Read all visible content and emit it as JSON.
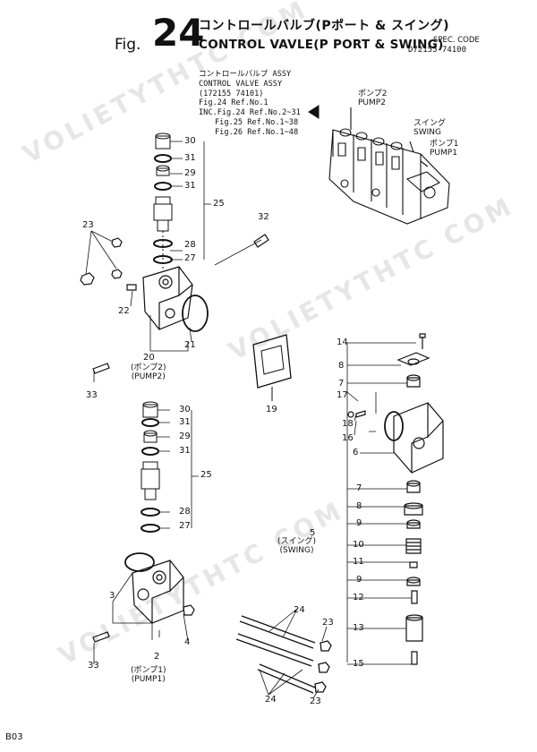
{
  "header": {
    "fig_label": "Fig.",
    "fig_number": "24",
    "title_jp": "コントロールバルブ(Pポート & スイング)",
    "title_en": "CONTROL VAVLE(P PORT & SWING)",
    "spec_label": "SPEC. CODE",
    "spec_code": "D72155-74100"
  },
  "assembly_note": {
    "line1": "コントロールバルブ ASSY",
    "line2": "CONTROL VALVE ASSY",
    "line3": "(172155 74101)",
    "line4": "Fig.24 Ref.No.1",
    "line5": "INC.Fig.24 Ref.No.2~31",
    "line6": "Fig.25 Ref.No.1~38",
    "line7": "Fig.26 Ref.No.1~48"
  },
  "callouts": {
    "pump2_jp": "ポンプ2",
    "pump2_en": "PUMP2",
    "swing_jp": "スイング",
    "swing_en": "SWING",
    "pump1_jp": "ポンプ1",
    "pump1_en": "PUMP1"
  },
  "sub_labels": {
    "pump2_jp": "(ポンプ2)",
    "pump2_en": "(PUMP2)",
    "pump1_jp": "(ポンプ1)",
    "pump1_en": "(PUMP1)",
    "swing_jp": "(スイング)",
    "swing_en": "(SWING)"
  },
  "ref_numbers": {
    "top_30": "30",
    "top_31a": "31",
    "top_29": "29",
    "top_31b": "31",
    "top_25": "25",
    "top_28": "28",
    "top_27": "27",
    "n32": "32",
    "n23a": "23",
    "n22": "22",
    "n21": "21",
    "n20": "20",
    "n33a": "33",
    "n19": "19",
    "mid_30": "30",
    "mid_31a": "31",
    "mid_29": "29",
    "mid_31b": "31",
    "mid_25": "25",
    "mid_28": "28",
    "mid_27": "27",
    "n3": "3",
    "n2": "2",
    "n4": "4",
    "n33b": "33",
    "n24a": "24",
    "n23b": "23",
    "n24b": "24",
    "n23c": "23",
    "r14": "14",
    "r8a": "8",
    "r7a": "7",
    "r17": "17",
    "r18": "18",
    "r16": "16",
    "r6": "6",
    "r7b": "7",
    "r8b": "8",
    "r9a": "9",
    "r10": "10",
    "r11": "11",
    "r9b": "9",
    "r12": "12",
    "r13": "13",
    "r15": "15",
    "r5": "5"
  },
  "watermark": "VOLIETYTHTC COM",
  "page_code": "B03"
}
